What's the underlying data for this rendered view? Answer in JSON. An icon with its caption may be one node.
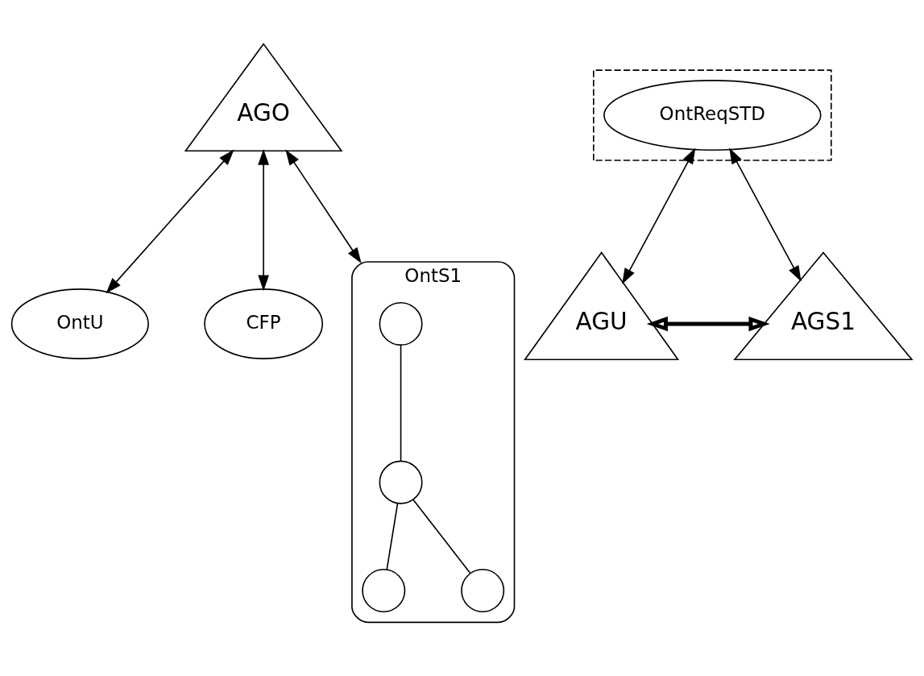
{
  "diagram": {
    "nodes": [
      {
        "text": [
          "AGO"
        ]
      },
      {
        "text": [
          "OntU"
        ]
      },
      {
        "text": [
          "CFP"
        ]
      },
      {
        "text": [
          "OntS1"
        ]
      },
      {
        "text": [],
        "shape": "circle",
        "in": 3
      },
      {
        "text": [],
        "shape": "circle",
        "in": 3
      },
      {
        "text": [],
        "shape": "circle",
        "in": 3
      },
      {
        "text": [],
        "shape": "circle",
        "in": 3
      },
      {
        "text": [
          "AGU"
        ]
      },
      {
        "text": [
          "AGS1"
        ]
      },
      {
        "text": [],
        "shape": "box"
      },
      {
        "text": [
          "OntReqSTD"
        ],
        "in": 10
      }
    ],
    "edges": [
      {
        "from": 0,
        "to": 1,
        "arrow": "both"
      },
      {
        "from": 0,
        "to": 3,
        "arrow": "both"
      },
      {
        "from": 0,
        "to": 2,
        "arrow": "both"
      },
      {
        "from": 4,
        "to": 5,
        "arrow": "none"
      },
      {
        "from": 5,
        "to": 7,
        "arrow": "none"
      },
      {
        "from": 5,
        "to": 6,
        "arrow": "none"
      },
      {
        "from": 8,
        "to": 9,
        "arrow": "both",
        "style": "thick"
      },
      {
        "from": 11,
        "to": 8,
        "arrow": "both"
      },
      {
        "from": 11,
        "to": 9,
        "arrow": "both"
      }
    ]
  }
}
